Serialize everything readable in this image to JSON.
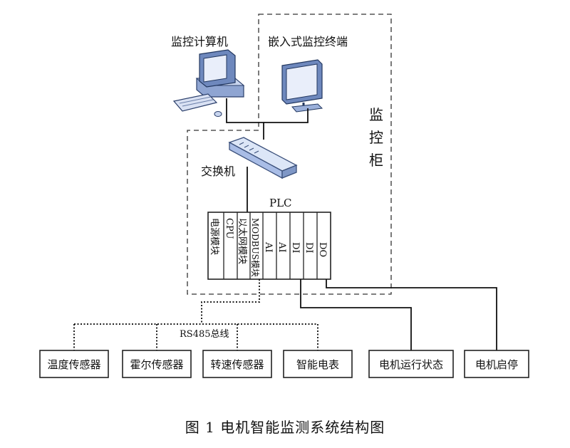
{
  "labels": {
    "monitor_pc": "监控计算机",
    "embedded_terminal": "嵌入式监控终端",
    "cabinet_chars": [
      "监",
      "控",
      "柜"
    ],
    "switch": "交换机",
    "plc": "PLC",
    "rs485": "RS485总线"
  },
  "plc_modules": [
    "电源模块",
    "CPU",
    "以太网模块",
    "MODBUS模块",
    "AI",
    "AI",
    "DI",
    "DI",
    "DO"
  ],
  "field_devices": [
    "温度传感器",
    "霍尔传感器",
    "转速传感器",
    "智能电表",
    "电机运行状态",
    "电机启停"
  ],
  "caption": "图 1 电机智能监测系统结构图",
  "colors": {
    "line": "#111111",
    "switch_body": "#b8c9ea",
    "switch_top": "#dce6f7",
    "monitor_body": "#7f97c6",
    "screen": "#e4ecfa"
  }
}
